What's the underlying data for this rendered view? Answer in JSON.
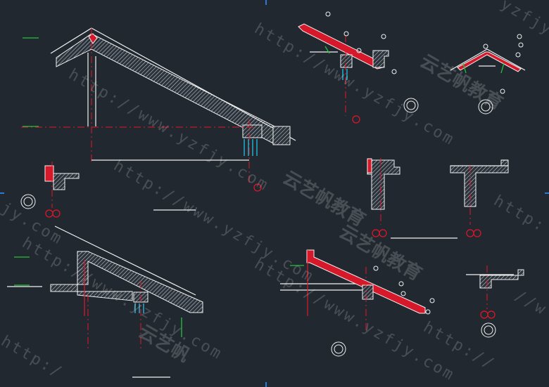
{
  "watermark": {
    "url_text": "http://www.yzfjy.com",
    "cn_text": "云艺帆教育",
    "tail_text": "yzfjy",
    "tail_text2": "jy.com",
    "tail_text3": "http:",
    "tail_text4": "http:/",
    "tail_text5": "//w",
    "tail_text6": "云艺帆",
    "tail_text7": "http://",
    "tail_text8": "云艺帆教育",
    "tail_text9": "云艺帆教育",
    "tail_text10": "云艺帆"
  },
  "colors": {
    "background": "#212830",
    "line": "#f2f2f2",
    "red": "#e3162a",
    "cyan": "#22c3e6",
    "green": "#25c13a",
    "blue": "#2a7bd6"
  }
}
